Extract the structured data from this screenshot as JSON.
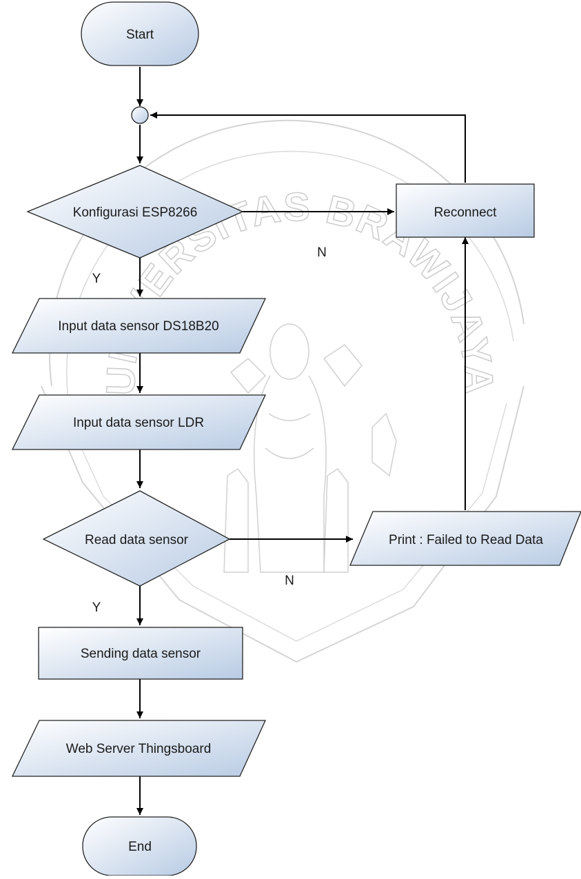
{
  "diagram": {
    "type": "flowchart",
    "nodes": {
      "start": "Start",
      "konfigurasi": "Konfigurasi ESP8266",
      "reconnect": "Reconnect",
      "input_ds18b20": "Input data sensor DS18B20",
      "input_ldr": "Input data sensor LDR",
      "read_data": "Read data sensor",
      "print_failed": "Print : Failed to Read Data",
      "sending": "Sending data sensor",
      "web_server": "Web Server Thingsboard",
      "end": "End"
    },
    "edge_labels": {
      "konfigurasi_yes": "Y",
      "konfigurasi_no": "N",
      "read_yes": "Y",
      "read_no": "N"
    }
  },
  "watermark": {
    "text": "UNIVERSITAS BRAWIJAYA"
  }
}
